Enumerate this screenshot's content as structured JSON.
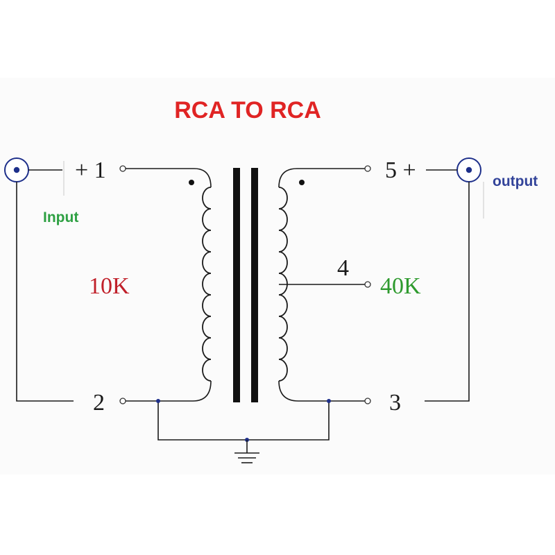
{
  "title": "RCA TO RCA",
  "input_label": "Input",
  "output_label": "output",
  "primary": {
    "impedance": "10K",
    "terminal_top": "+ 1",
    "terminal_bottom": "2"
  },
  "secondary": {
    "impedance": "40K",
    "terminal_top": "5 +",
    "terminal_tap": "4",
    "terminal_bottom": "3"
  },
  "colors": {
    "title": "#e02424",
    "input_label": "#2ea043",
    "output_label": "#33449a",
    "primary_impedance": "#c0202a",
    "secondary_impedance": "#2e9a2e",
    "connector": "#1d2f8a",
    "wire": "#1a1a1a"
  },
  "icons": {
    "input_connector": "rca-jack-icon",
    "output_connector": "rca-jack-icon",
    "ground": "ground-icon"
  }
}
